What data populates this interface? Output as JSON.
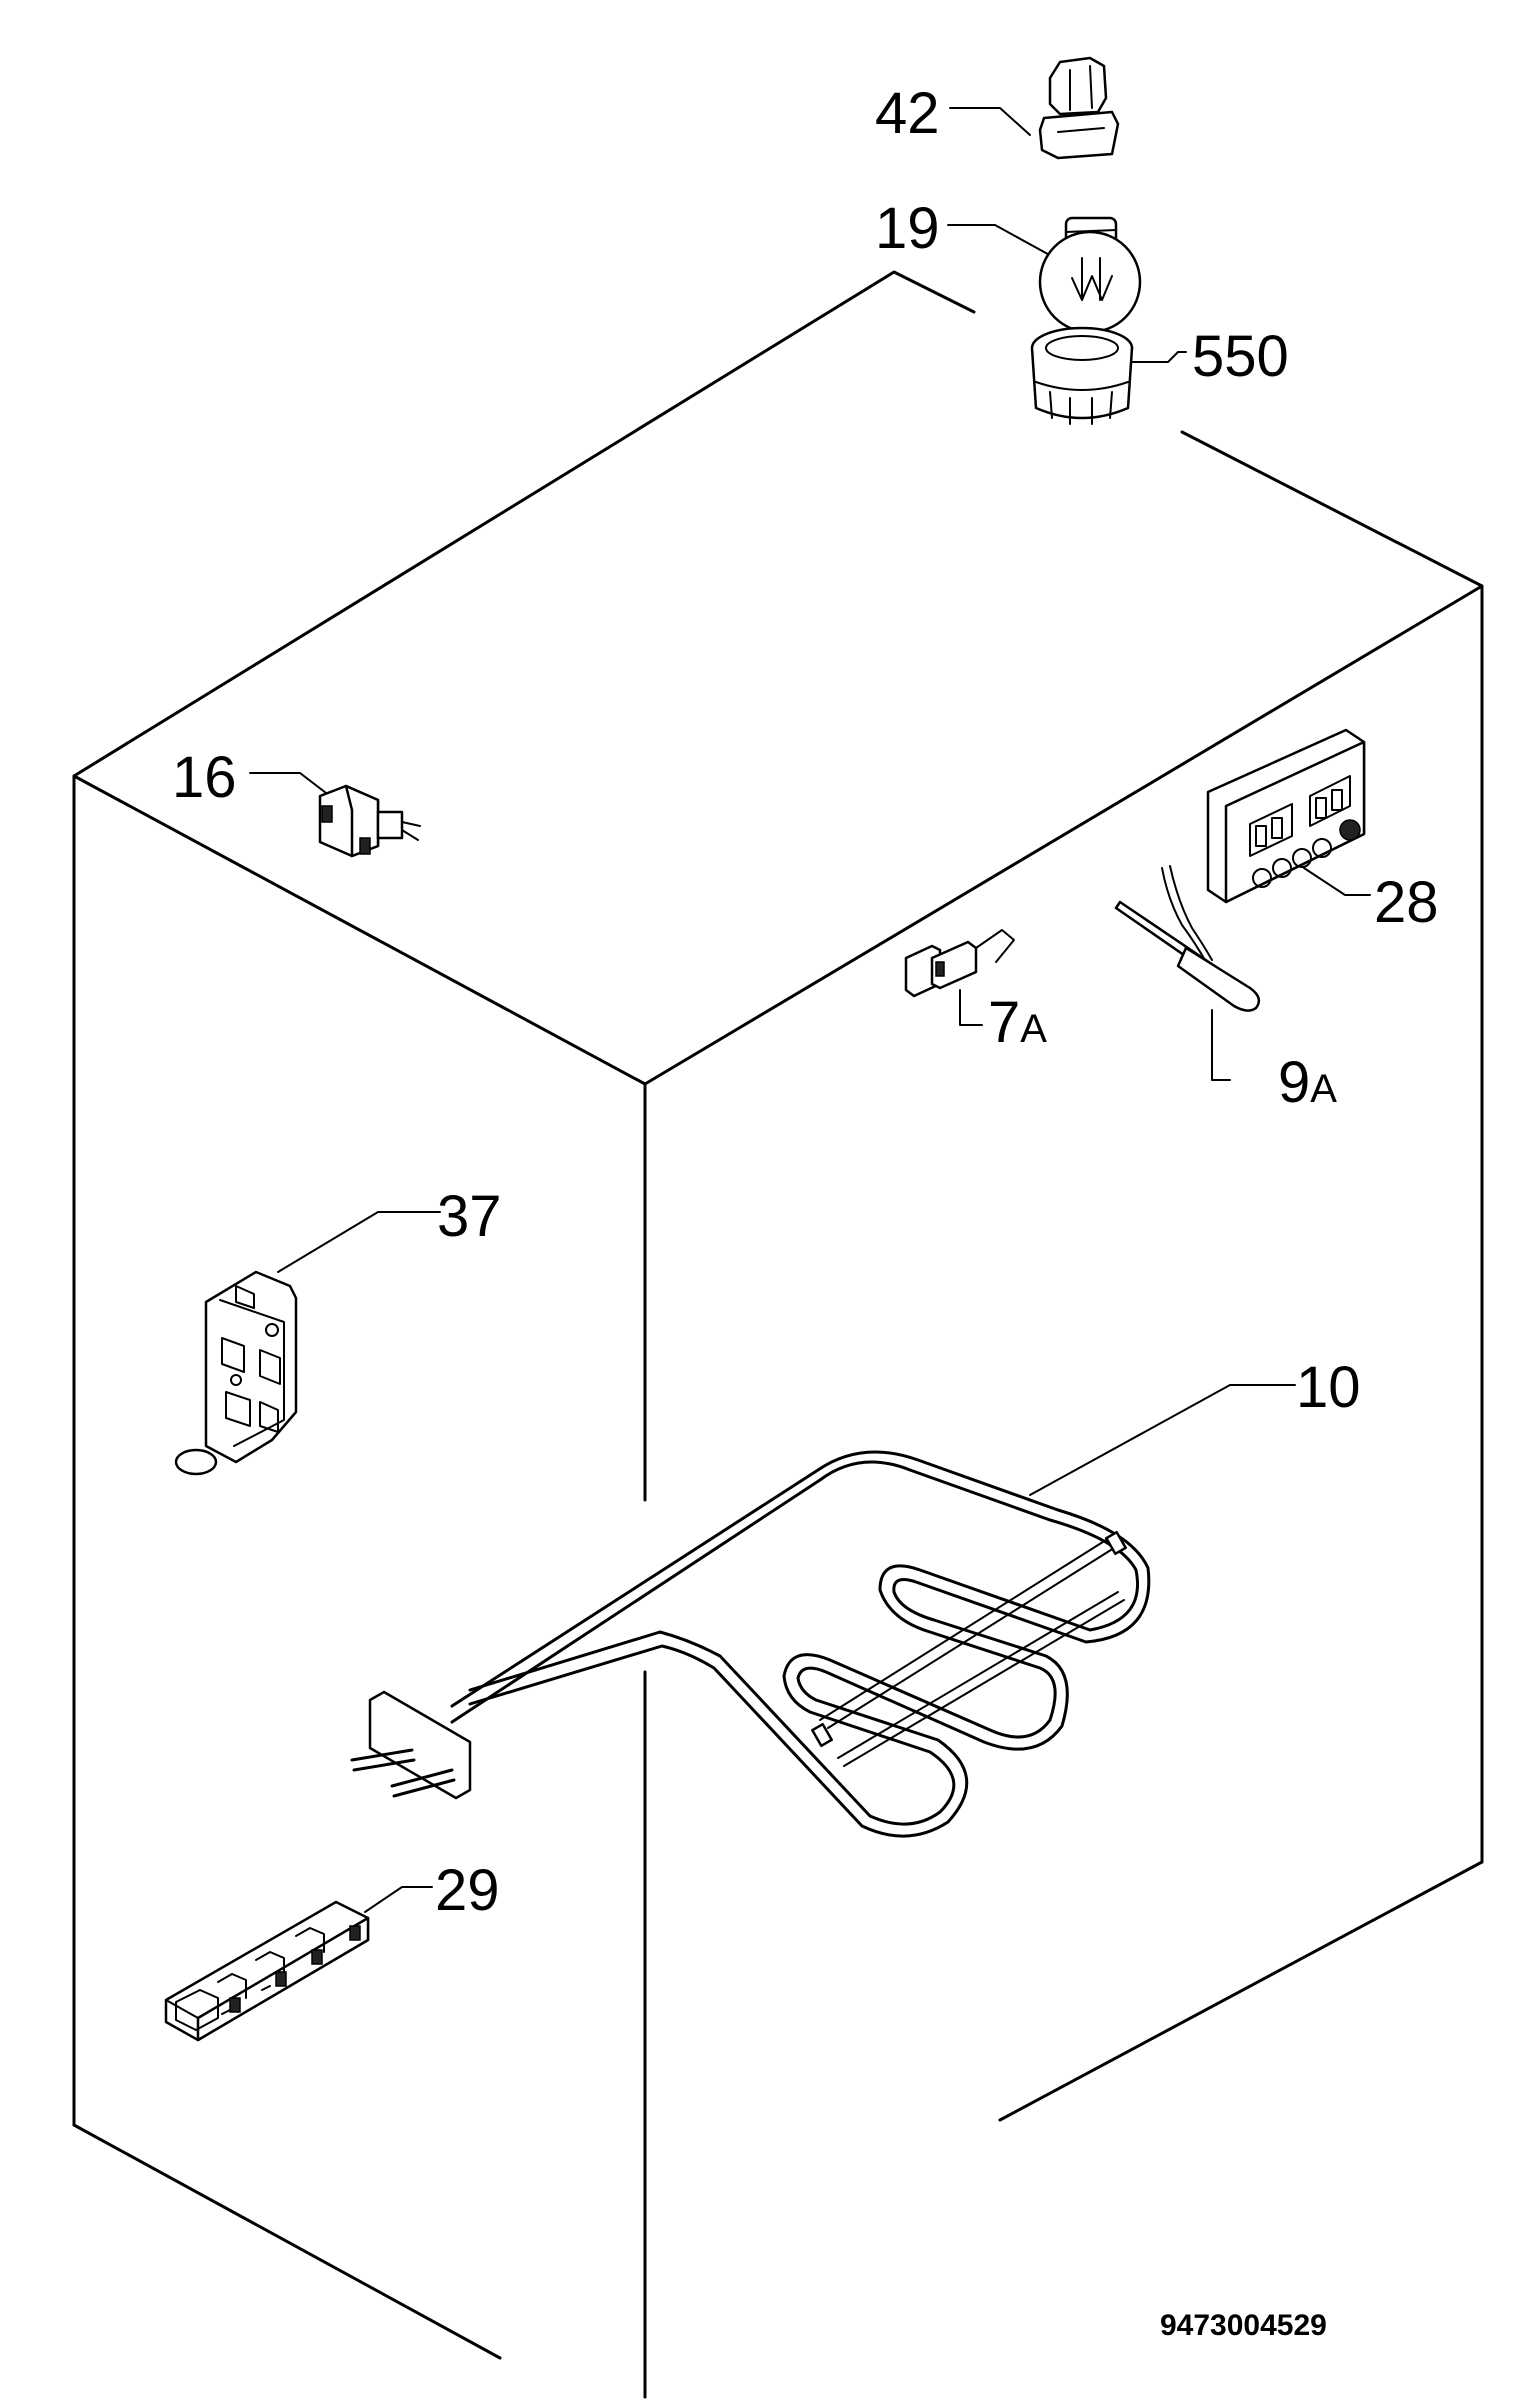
{
  "document_number": "9473004529",
  "callouts": {
    "c42": "42",
    "c19": "19",
    "c550": "550",
    "c16": "16",
    "c28": "28",
    "c7a_num": "7",
    "c7a_suffix": "A",
    "c9a_num": "9",
    "c9a_suffix": "A",
    "c37": "37",
    "c10": "10",
    "c29": "29"
  },
  "parts": [
    {
      "ref": "42",
      "icon": "lamp-cover-icon"
    },
    {
      "ref": "19",
      "icon": "light-bulb-icon"
    },
    {
      "ref": "550",
      "icon": "lamp-holder-icon"
    },
    {
      "ref": "16",
      "icon": "push-switch-icon"
    },
    {
      "ref": "28",
      "icon": "timer-clock-icon"
    },
    {
      "ref": "7A",
      "icon": "door-switch-icon"
    },
    {
      "ref": "9A",
      "icon": "temperature-probe-icon"
    },
    {
      "ref": "37",
      "icon": "switch-bracket-icon"
    },
    {
      "ref": "10",
      "icon": "grill-heating-element-icon"
    },
    {
      "ref": "29",
      "icon": "terminal-block-icon"
    }
  ]
}
